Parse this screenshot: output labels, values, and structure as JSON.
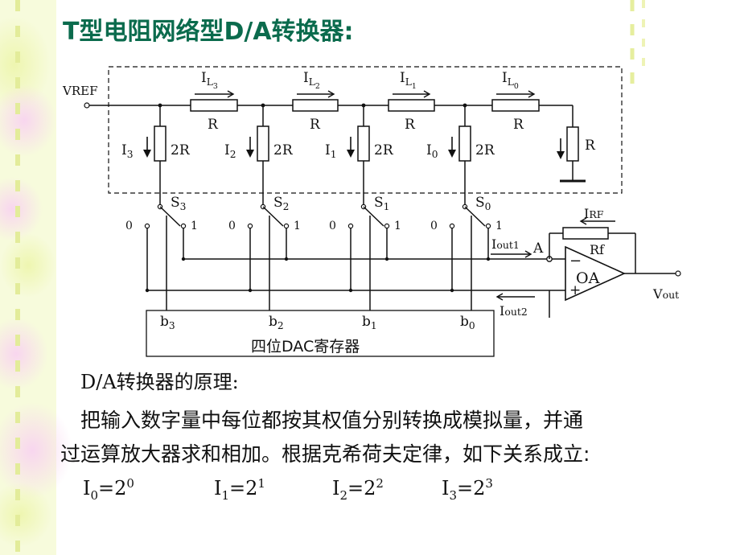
{
  "title": "T型电阻网络型D/A转换器:",
  "circuit": {
    "vref": "VREF",
    "currents": [
      {
        "label": "I",
        "sub": "L",
        "subsub": "3"
      },
      {
        "label": "I",
        "sub": "L",
        "subsub": "2"
      },
      {
        "label": "I",
        "sub": "L",
        "subsub": "1"
      },
      {
        "label": "I",
        "sub": "L",
        "subsub": "0"
      }
    ],
    "series_resistor": "R",
    "shunt_resistor": "2R",
    "terminal_resistor": "R",
    "branch_currents": [
      {
        "label": "I",
        "sub": "3"
      },
      {
        "label": "I",
        "sub": "2"
      },
      {
        "label": "I",
        "sub": "1"
      },
      {
        "label": "I",
        "sub": "0"
      }
    ],
    "switches": [
      {
        "label": "S",
        "sub": "3"
      },
      {
        "label": "S",
        "sub": "2"
      },
      {
        "label": "S",
        "sub": "1"
      },
      {
        "label": "S",
        "sub": "0"
      }
    ],
    "pos0": "0",
    "pos1": "1",
    "bits": [
      {
        "label": "b",
        "sub": "3"
      },
      {
        "label": "b",
        "sub": "2"
      },
      {
        "label": "b",
        "sub": "1"
      },
      {
        "label": "b",
        "sub": "0"
      }
    ],
    "register_label": "四位DAC寄存器",
    "iout1": "Iout1",
    "iout2": "Iout2",
    "node_a": "A",
    "irf": "IRF",
    "rf": "Rf",
    "opamp": "OA",
    "minus": "−",
    "plus": "+",
    "vout": "Vout"
  },
  "principle_heading": "D/A转换器的原理:",
  "body_lines": [
    "把输入数字量中每位都按其权值分别转换成模拟量，并通",
    "过运算放大器求和相加。根据克希荷夫定律，如下关系成立:"
  ],
  "formulas": [
    {
      "lhs": "I",
      "lhs_sub": "0",
      "rhs": "=2",
      "rhs_sup": "0"
    },
    {
      "lhs": "I",
      "lhs_sub": "1",
      "rhs": "=2",
      "rhs_sup": "1"
    },
    {
      "lhs": "I",
      "lhs_sub": "2",
      "rhs": "=2",
      "rhs_sup": "2"
    },
    {
      "lhs": "I",
      "lhs_sub": "3",
      "rhs": "=2",
      "rhs_sup": "3"
    }
  ],
  "colors": {
    "title": "#0b6b4d",
    "line": "#111111",
    "decor_left": "#f2f7c2",
    "decor_bubble": "#f6d7ef"
  }
}
